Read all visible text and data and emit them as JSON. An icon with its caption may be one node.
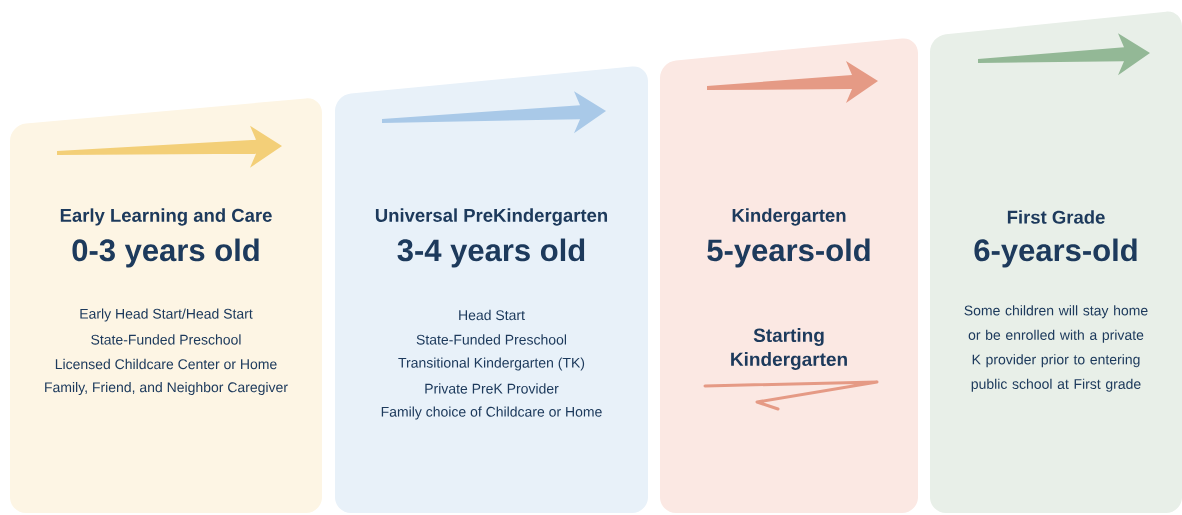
{
  "diagram": {
    "nodes": [
      {
        "text": [
          "Early Learning and Care",
          "0-3 years old",
          "Early Head Start/Head Start",
          "State-Funded Preschool",
          "Licensed Childcare Center or Home",
          "Family, Friend, and Neighbor Caregiver"
        ]
      },
      {
        "text": [
          "Universal PreKindergarten",
          "3-4 years old",
          "Head Start",
          "State-Funded Preschool",
          "Transitional Kindergarten (TK)",
          "Private PreK Provider",
          "Family choice of Childcare or Home"
        ]
      },
      {
        "text": [
          "Kindergarten",
          "5-years-old",
          "Starting Kindergarten"
        ]
      },
      {
        "text": [
          "First Grade",
          "6-years-old",
          "Some children will stay home or be enrolled with a private K provider prior to entering public school at First grade"
        ]
      }
    ]
  }
}
